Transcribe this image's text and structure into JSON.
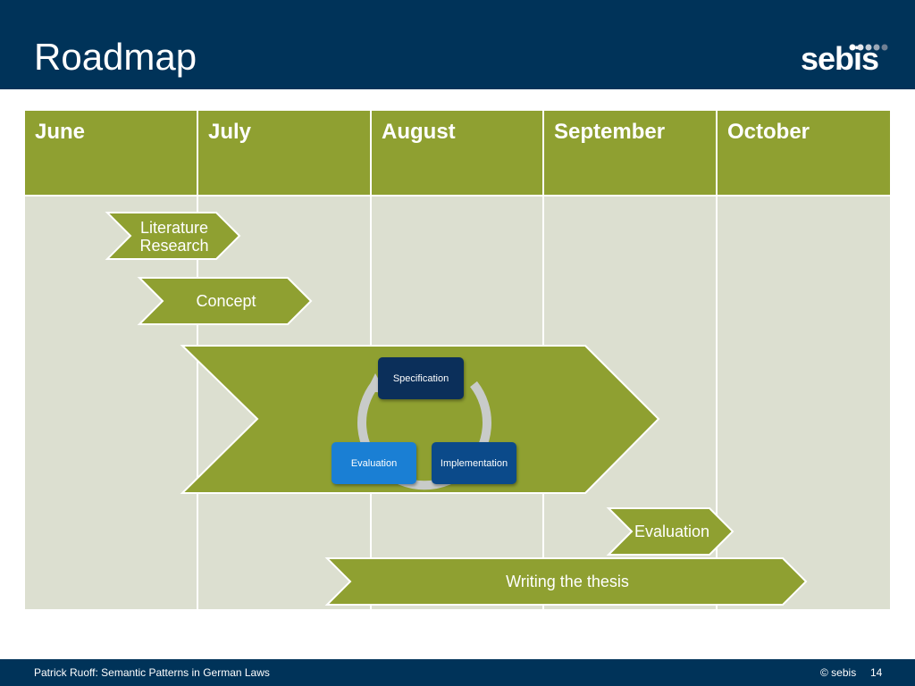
{
  "header": {
    "title": "Roadmap",
    "logo_text": "sebis"
  },
  "months": [
    "June",
    "July",
    "August",
    "September",
    "October"
  ],
  "phases": {
    "literature": {
      "line1": "Literature",
      "line2": "Research"
    },
    "concept": "Concept",
    "evaluation": "Evaluation",
    "writing": "Writing the thesis"
  },
  "cycle": {
    "specification": "Specification",
    "implementation": "Implementation",
    "evaluation": "Evaluation"
  },
  "footer": {
    "left": "Patrick Ruoff: Semantic Patterns in German Laws",
    "copyright": "© sebis",
    "page": "14"
  },
  "colors": {
    "header_bg": "#003359",
    "olive": "#8fa031",
    "grid_bg": "#dcdfd0",
    "spec_box": "#0b2f5a",
    "impl_box": "#0b4a8a",
    "eval_box": "#1a7fd4"
  }
}
